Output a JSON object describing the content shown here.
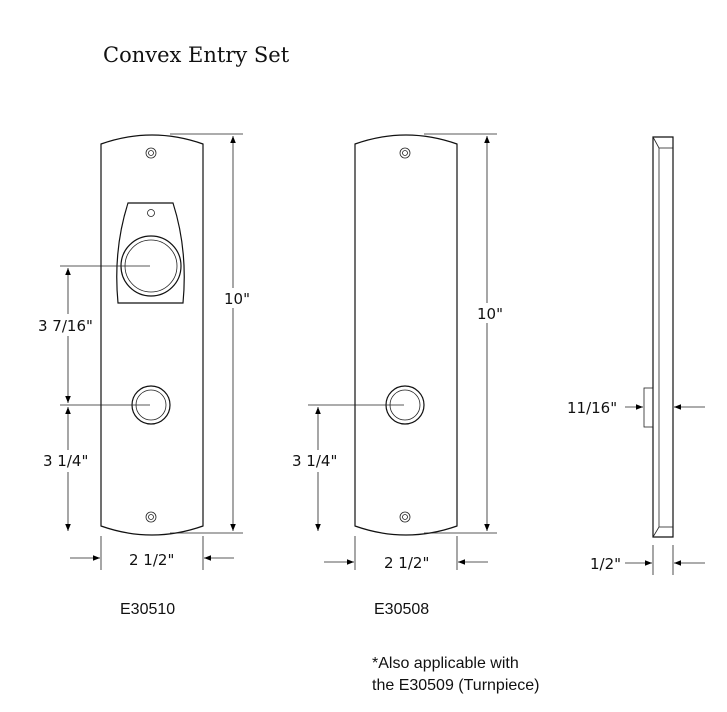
{
  "title": "Convex Entry Set",
  "plates": [
    {
      "model": "E30510",
      "height": "10\"",
      "width": "2 1/2\"",
      "knob_to_cylinder": "3 7/16\"",
      "cylinder_to_bottom": "3 1/4\""
    },
    {
      "model": "E30508",
      "height": "10\"",
      "width": "2 1/2\"",
      "cylinder_to_bottom": "3 1/4\""
    }
  ],
  "side_view": {
    "projection": "11/16\"",
    "thickness": "1/2\""
  },
  "note": {
    "line1": "*Also applicable with",
    "line2": "the E30509 (Turnpiece)"
  }
}
